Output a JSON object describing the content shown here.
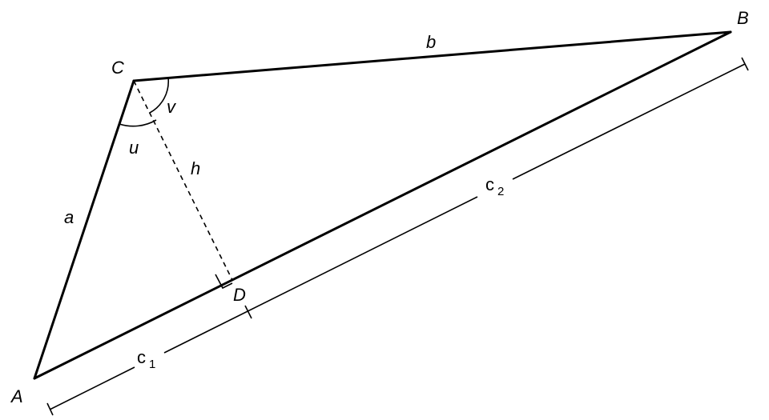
{
  "labels": {
    "vertex_a": "A",
    "vertex_b": "B",
    "vertex_c": "C",
    "foot_d": "D",
    "side_a": "a",
    "side_b": "b",
    "height_h": "h",
    "angle_u": "u",
    "angle_v": "v",
    "seg_c1_base": "c",
    "seg_c1_sub": "1",
    "seg_c2_base": "c",
    "seg_c2_sub": "2"
  }
}
